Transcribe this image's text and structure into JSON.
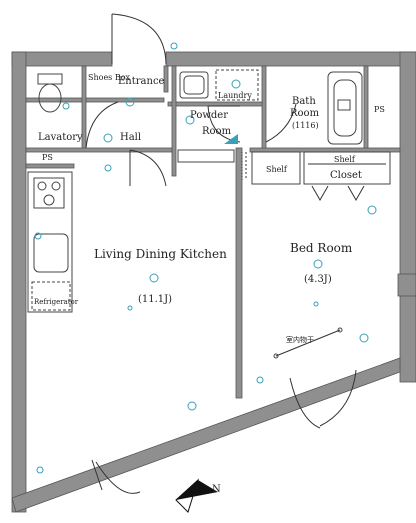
{
  "rooms": {
    "shoes_box": "Shoes Box",
    "entrance": "Entrance",
    "powder_room_1": "Powder",
    "powder_room_2": "Room",
    "laundry": "Laundry",
    "bath_room_1": "Bath",
    "bath_room_2": "Room",
    "bath_room_size": "(1116)",
    "ps_right": "PS",
    "lavatory": "Lavatory",
    "hall": "Hall",
    "ps_left": "PS",
    "shelf": "Shelf",
    "shelf_closet_1": "Shelf",
    "shelf_closet_2": "Closet",
    "ldk": "Living Dining Kitchen",
    "ldk_size": "(11.1J)",
    "bedroom": "Bed Room",
    "bedroom_size": "(4.3J)",
    "refrigerator": "Refrigerator",
    "indoor_drying": "室内物干"
  },
  "compass": {
    "label": "N"
  }
}
